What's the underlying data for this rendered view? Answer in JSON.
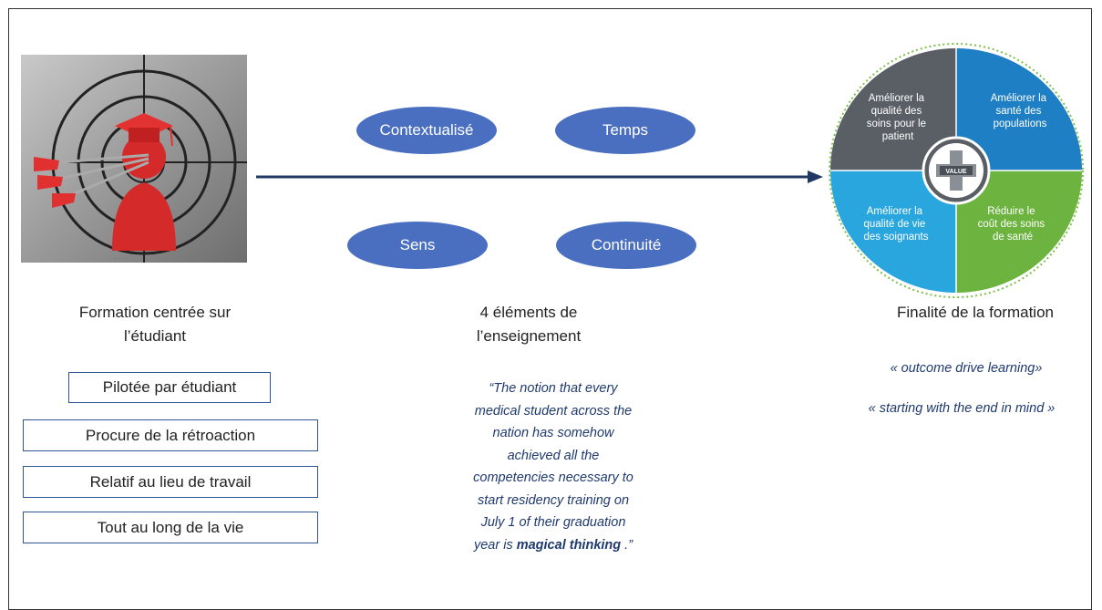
{
  "left": {
    "caption_line1": "Formation centrée sur",
    "caption_line2": "l’étudiant",
    "boxes": [
      "Pilotée par étudiant",
      "Procure de la rétroaction",
      "Relatif au lieu de travail",
      "Tout au long de la vie"
    ]
  },
  "middle": {
    "ovals": [
      "Contextualisé",
      "Temps",
      "Sens",
      "Continuité"
    ],
    "caption_line1": "4 éléments de",
    "caption_line2": "l’enseignement",
    "quote_lines": [
      "“The notion that every",
      "medical student across the",
      "nation has somehow",
      "achieved all the",
      "competencies necessary to",
      "start residency training on",
      "July 1 of their graduation"
    ],
    "quote_last_prefix": "year is ",
    "quote_bold": "magical thinking",
    "quote_last_suffix": " .”"
  },
  "right": {
    "wheel": {
      "center_label": "VALUE",
      "q1": [
        "Améliorer la",
        "qualité des",
        "soins pour le",
        "patient"
      ],
      "q2": [
        "Améliorer la",
        "santé des",
        "populations"
      ],
      "q3": [
        "Améliorer la",
        "qualité de vie",
        "des soignants"
      ],
      "q4": [
        "Réduire le",
        "coût des soins",
        "de santé"
      ],
      "colors": {
        "q1": "#5a5f66",
        "q2": "#1f7fc4",
        "q3": "#2aa6de",
        "q4": "#6db33f"
      }
    },
    "caption": "Finalité de la formation",
    "tagline1": "« outcome drive learning»",
    "tagline2": "« starting with the end in mind »"
  },
  "colors": {
    "oval": "#4a6fc1",
    "arrow": "#1f3864",
    "box_border": "#2f5597",
    "quote": "#1f3a6e"
  }
}
